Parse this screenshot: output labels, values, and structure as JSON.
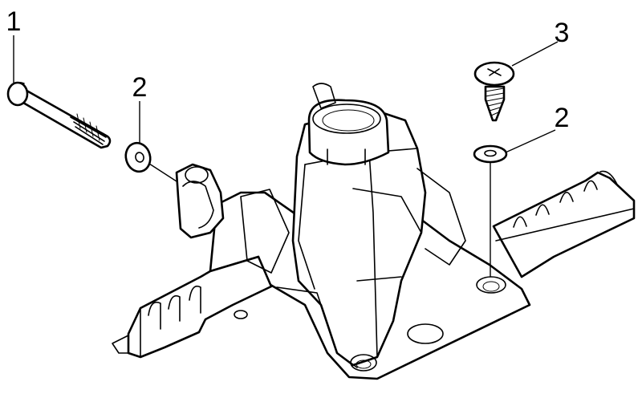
{
  "callouts": [
    {
      "id": "bolt",
      "label": "1"
    },
    {
      "id": "washer-left",
      "label": "2"
    },
    {
      "id": "screw",
      "label": "3"
    },
    {
      "id": "washer-right",
      "label": "2"
    }
  ]
}
